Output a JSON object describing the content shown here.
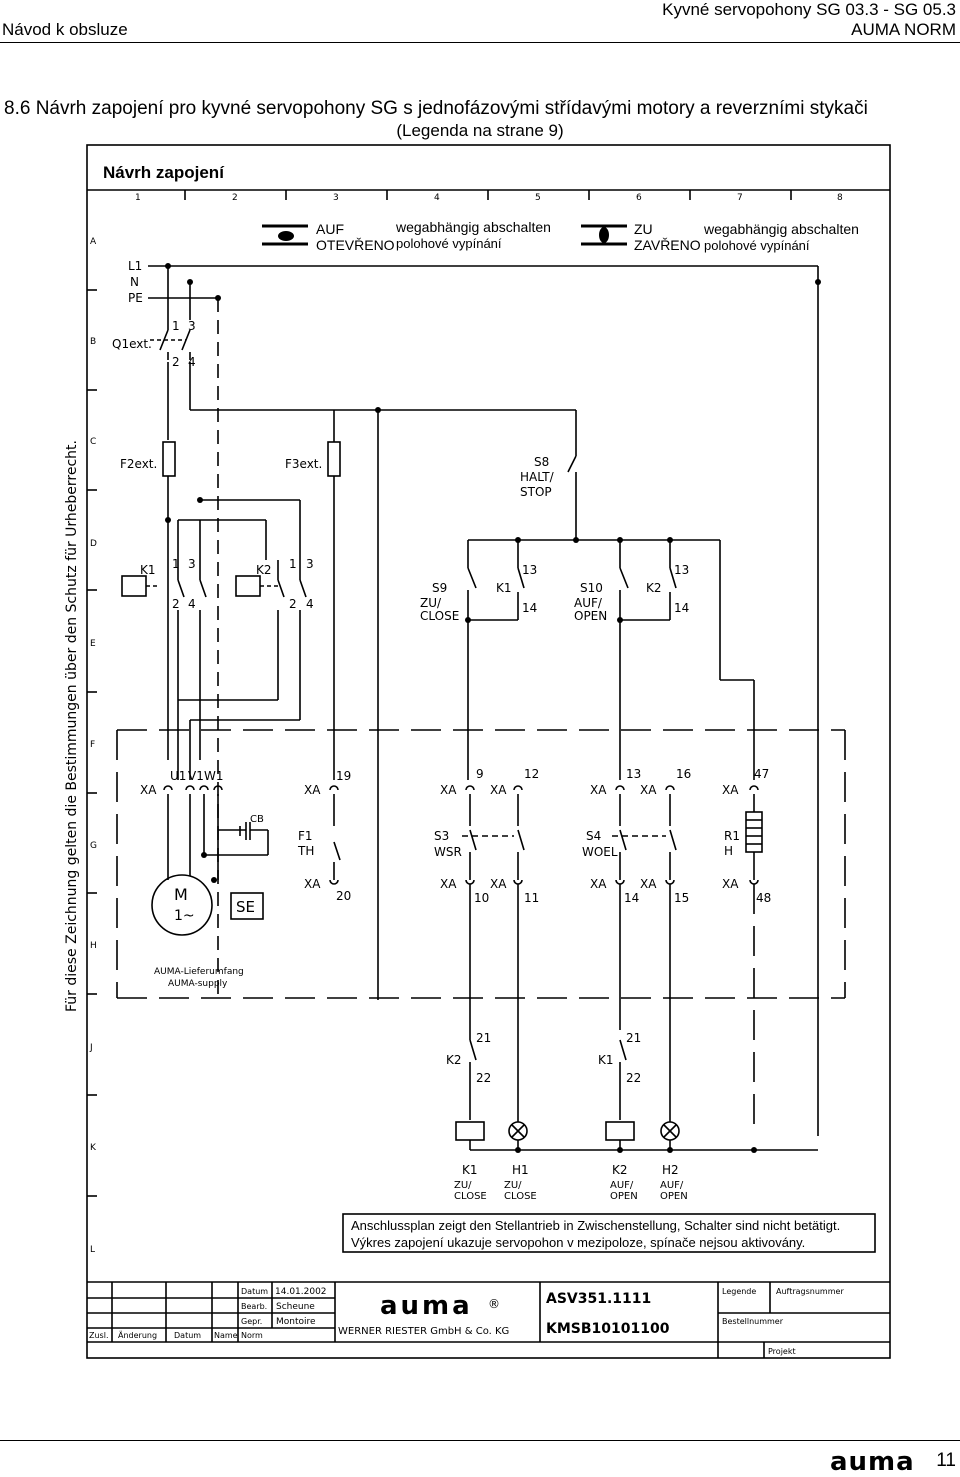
{
  "header": {
    "left": "Návod k obsluze",
    "right_line1": "Kyvné servopohony SG 03.3 - SG 05.3",
    "right_line2": "AUMA NORM"
  },
  "section": {
    "title": "8.6  Návrh zapojení pro kyvné servopohony SG s  jednofázovými střídavými motory a  reverzními stykači",
    "subtitle": "(Legenda na strane  9)"
  },
  "drawing": {
    "title": "Návrh zapojení",
    "columns": [
      "1",
      "2",
      "3",
      "4",
      "5",
      "6",
      "7",
      "8"
    ],
    "rows": [
      "A",
      "B",
      "C",
      "D",
      "E",
      "F",
      "G",
      "H",
      "J",
      "K",
      "L"
    ],
    "legend_open": {
      "de": "AUF",
      "cz": "OTEVŘENO"
    },
    "legend_open_note": {
      "de": "wegabhängig abschalten",
      "cz": "polohové vypínání"
    },
    "legend_close": {
      "de": "ZU",
      "cz": "ZAVŘENO"
    },
    "legend_close_note": {
      "de": "wegabhängig abschalten",
      "cz": "polohové vypínání"
    },
    "supply": {
      "l1": "L1",
      "n": "N",
      "pe": "PE"
    },
    "q1": "Q1ext.",
    "contacts": {
      "c1": "1",
      "c3": "3",
      "c2": "2",
      "c4": "4",
      "c13": "13",
      "c14": "14",
      "c21": "21",
      "c22": "22"
    },
    "f2": "F2ext.",
    "f3": "F3ext.",
    "k1": "K1",
    "k2": "K2",
    "s8": "S8",
    "s8_label": [
      "HALT/",
      "STOP"
    ],
    "s9": "S9",
    "s9_label": [
      "ZU/",
      "CLOSE"
    ],
    "s10": "S10",
    "s10_label": [
      "AUF/",
      "OPEN"
    ],
    "xa": "XA",
    "terminals": {
      "u1": "U1",
      "v1": "V1",
      "w1": "W1",
      "t19": "19",
      "t20": "20",
      "t9": "9",
      "t12": "12",
      "t10": "10",
      "t11": "11",
      "t13": "13",
      "t16": "16",
      "t14": "14",
      "t15": "15",
      "t47": "47",
      "t48": "48"
    },
    "cb": "CB",
    "f1": "F1",
    "th": "TH",
    "s3": "S3",
    "wsr": "WSR",
    "s4": "S4",
    "woel": "WOEL",
    "r1": "R1",
    "h": "H",
    "motor": {
      "m": "M",
      "phase": "1~"
    },
    "se": "SE",
    "supply_scope": [
      "AUMA-Lieferumfang",
      "AUMA-supply"
    ],
    "h1": "H1",
    "h2": "H2",
    "bottom_labels": {
      "k1": [
        "ZU/",
        "CLOSE"
      ],
      "h1": [
        "ZU/",
        "CLOSE"
      ],
      "k2": [
        "AUF/",
        "OPEN"
      ],
      "h2": [
        "AUF/",
        "OPEN"
      ]
    },
    "note_de": "Anschlussplan zeigt den Stellantrieb in Zwischenstellung, Schalter sind nicht betätigt.",
    "note_cz": "Výkres zapojení ukazuje servopohon v mezipoloze, spínače nejsou aktivovány.",
    "side_text": "Für diese Zeichnung gelten die Bestimmungen über den Schutz für Urheberrecht."
  },
  "title_block": {
    "zusl": "Zusl.",
    "anderung": "Änderung",
    "datum": "Datum",
    "name": "Name",
    "datum_label": "Datum",
    "datum_value": "14.01.2002",
    "bearb_label": "Bearb.",
    "bearb_value": "Scheune",
    "gepr_label": "Gepr.",
    "gepr_value": "Montoire",
    "norm_label": "Norm",
    "logo": "auma",
    "registered": "®",
    "company": "WERNER RIESTER GmbH & Co. KG",
    "drawing_no": "ASV351.1111",
    "code": "KMSB10101100",
    "legende": "Legende",
    "auftragsnummer": "Auftragsnummer",
    "bestellnummer": "Bestellnummer",
    "projekt": "Projekt"
  },
  "footer": {
    "brand": "auma",
    "page": "11"
  }
}
